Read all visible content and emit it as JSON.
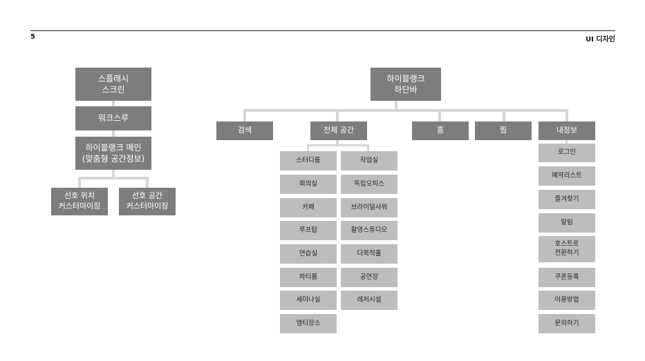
{
  "page": {
    "number": "5",
    "title": "UI 디자인"
  },
  "left_tree": {
    "splash": "스플래시\n스크린",
    "walkthrough": "워크스루",
    "main": "하이블랭크 메인\n(맞춤형 공간정보)",
    "custom_location": "선호 위치\n커스터마이징",
    "custom_space": "선호 공간\n커스터마이징"
  },
  "right_tree": {
    "root": "하이블랭크\n하단바",
    "tabs": {
      "search": "검색",
      "all_spaces": "전체 공간",
      "home": "홈",
      "favorites": "찜",
      "my_info": "내정보"
    },
    "spaces_col1": [
      "스터디룸",
      "회의실",
      "카페",
      "루프탑",
      "연습실",
      "파티룸",
      "세미나실",
      "엠티장소"
    ],
    "spaces_col2": [
      "작업실",
      "독립오피스",
      "브라이덜샤워",
      "촬영스튜디오",
      "다목적홀",
      "공연장",
      "레저시설"
    ],
    "my_info_items": [
      "로그인",
      "예약리스트",
      "즐겨찾기",
      "알림",
      "호스트로\n전환하기",
      "쿠폰등록",
      "이용방법",
      "문의하기"
    ]
  }
}
